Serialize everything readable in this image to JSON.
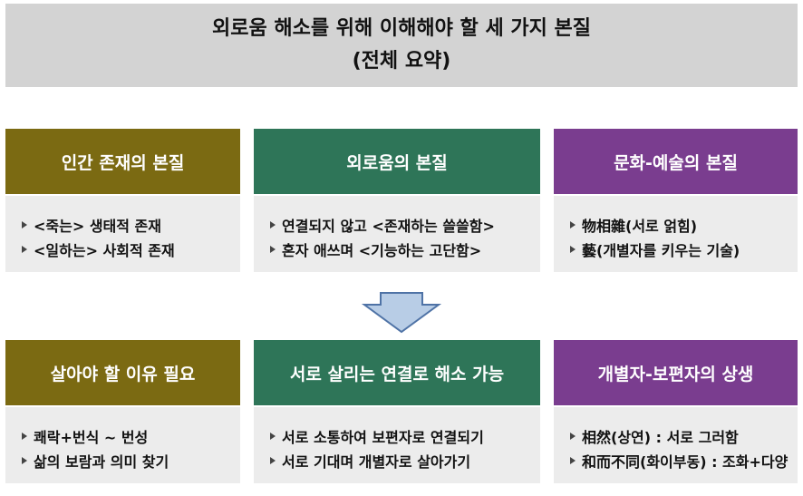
{
  "title": {
    "line1": "외로움 해소를 위해 이해해야 할 세 가지 본질",
    "line2": "(전체 요약)"
  },
  "colors": {
    "title_bg": "#d3d3d3",
    "col1": "#7b6a12",
    "col2": "#2e7558",
    "col3": "#7a3d8f",
    "body_bg": "#ececec",
    "arrow_fill": "#b8cde6",
    "arrow_stroke": "#4f73a6"
  },
  "row1": [
    {
      "header": "인간 존재의 본질",
      "items": [
        "<죽는> 생태적 존재",
        "<일하는> 사회적 존재"
      ]
    },
    {
      "header": "외로움의 본질",
      "items": [
        "연결되지 않고 <존재하는 쓸쓸함>",
        "혼자 애쓰며 <기능하는 고단함>"
      ]
    },
    {
      "header": "문화-예술의 본질",
      "items": [
        "物相雜(서로 얽힘)",
        "藝(개별자를 키우는 기술)"
      ]
    }
  ],
  "row2": [
    {
      "header": "살아야 할 이유 필요",
      "items": [
        "쾌락+번식 ~ 번성",
        "삶의 보람과 의미 찾기"
      ]
    },
    {
      "header": "서로 살리는 연결로 해소 가능",
      "items": [
        "서로 소통하여 보편자로 연결되기",
        "서로 기대며 개별자로 살아가기"
      ]
    },
    {
      "header": "개별자-보편자의 상생",
      "items": [
        "相然(상연) : 서로 그러함",
        "和而不同(화이부동) : 조화+다양"
      ]
    }
  ]
}
